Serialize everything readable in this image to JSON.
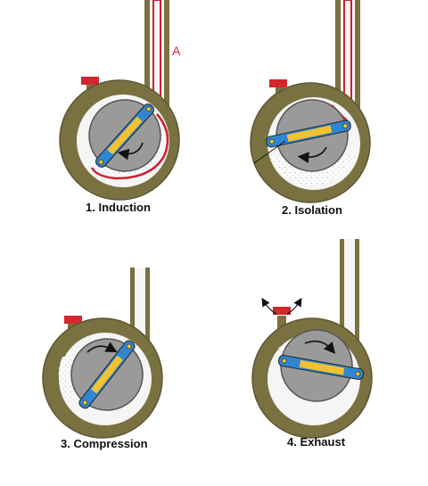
{
  "colors": {
    "housing": "#7a7141",
    "housing_stroke": "#5e5732",
    "chamber": "#f5f5f5",
    "rotor": "#9a9a9a",
    "vane_body": "#2f86d2",
    "vane_center": "#f2c230",
    "valve": "#d4262c",
    "highlight": "#d11f2a",
    "hatch": "#c8c8c8"
  },
  "stages": [
    {
      "label": "1. Induction"
    },
    {
      "label": "2. Isolation"
    },
    {
      "label": "3. Compression"
    },
    {
      "label": "4. Exhaust"
    }
  ],
  "marker": {
    "label": "A"
  }
}
